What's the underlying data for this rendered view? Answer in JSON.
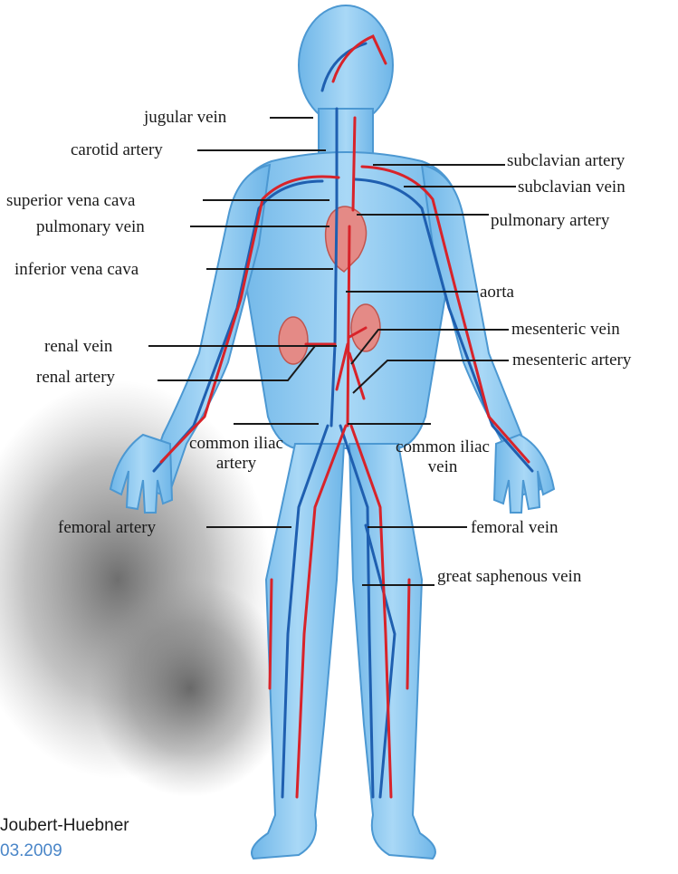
{
  "colors": {
    "body_fill": "#8ec9ef",
    "body_edge": "#4c98d2",
    "vein": "#1f5fb0",
    "artery": "#d8232a",
    "organ": "#e48a86",
    "shadow": "#6b6b6b",
    "leader": "#1a1a1a",
    "credit_name": "#1a1a1a",
    "credit_date": "#4a86c8"
  },
  "labels": {
    "jugular_vein": "jugular vein",
    "carotid_artery": "carotid artery",
    "superior_vena_cava": "superior vena cava",
    "pulmonary_vein": "pulmonary vein",
    "inferior_vena_cava": "inferior vena cava",
    "renal_vein": "renal vein",
    "renal_artery": "renal artery",
    "common_iliac_artery_1": "common iliac",
    "common_iliac_artery_2": "artery",
    "femoral_artery": "femoral artery",
    "subclavian_artery": "subclavian artery",
    "subclavian_vein": "subclavian vein",
    "pulmonary_artery": "pulmonary artery",
    "aorta": "aorta",
    "mesenteric_vein": "mesenteric vein",
    "mesenteric_artery": "mesenteric artery",
    "common_iliac_vein_1": "common iliac",
    "common_iliac_vein_2": "vein",
    "femoral_vein": "femoral vein",
    "great_saphenous_vein": "great saphenous vein"
  },
  "credit": {
    "name": "Joubert-Huebner",
    "date": "03.2009"
  }
}
